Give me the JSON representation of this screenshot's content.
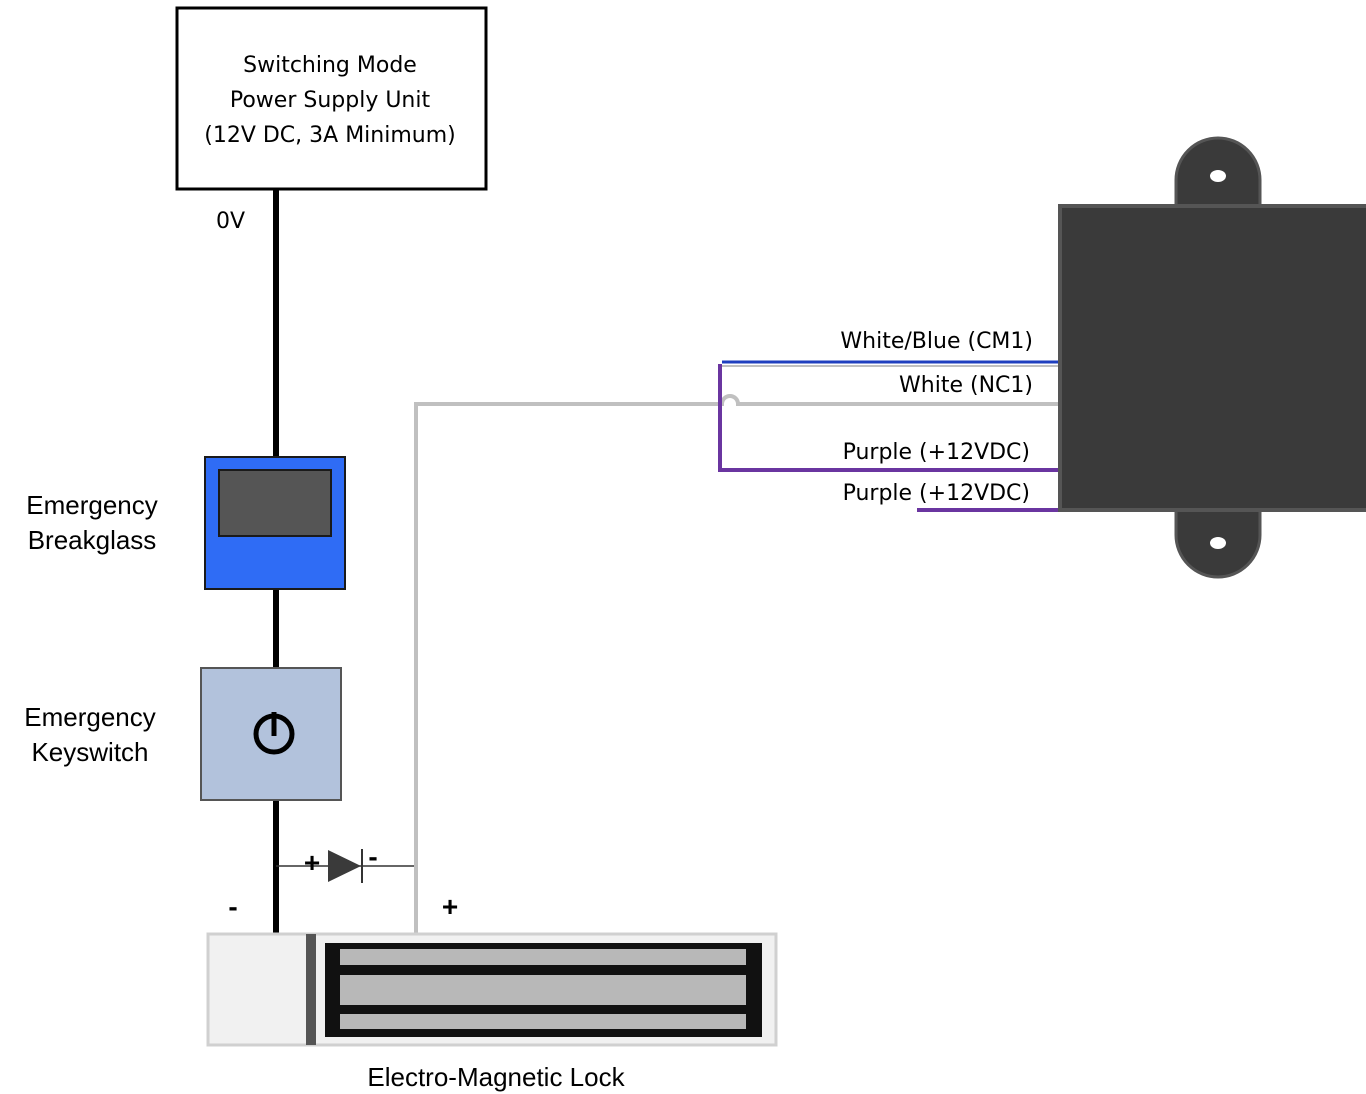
{
  "psu": {
    "lines": [
      "Switching Mode",
      "Power Supply Unit",
      "(12V DC, 3A Minimum)"
    ],
    "terminal_label": "0V"
  },
  "breakglass": {
    "label_lines": [
      "Emergency",
      "Breakglass"
    ]
  },
  "keyswitch": {
    "label_lines": [
      "Emergency",
      "Keyswitch"
    ]
  },
  "diode": {
    "plus": "+",
    "minus": "-"
  },
  "maglock": {
    "label": "Electro-Magnetic Lock",
    "neg": "-",
    "pos": "+"
  },
  "wires": [
    {
      "label": "White/Blue (CM1)",
      "color": "#1f3fbf"
    },
    {
      "label": "White (NC1)",
      "color": "#c0c0c0"
    },
    {
      "label": "Purple (+12VDC)",
      "color": "#6a35a0"
    },
    {
      "label": "Purple (+12VDC)",
      "color": "#6a35a0"
    }
  ],
  "colors": {
    "breakglass_body": "#2f6cf5",
    "keyswitch_body": "#b2c2dc",
    "controller_body": "#3a3a3a",
    "power_wire": "#000000"
  }
}
